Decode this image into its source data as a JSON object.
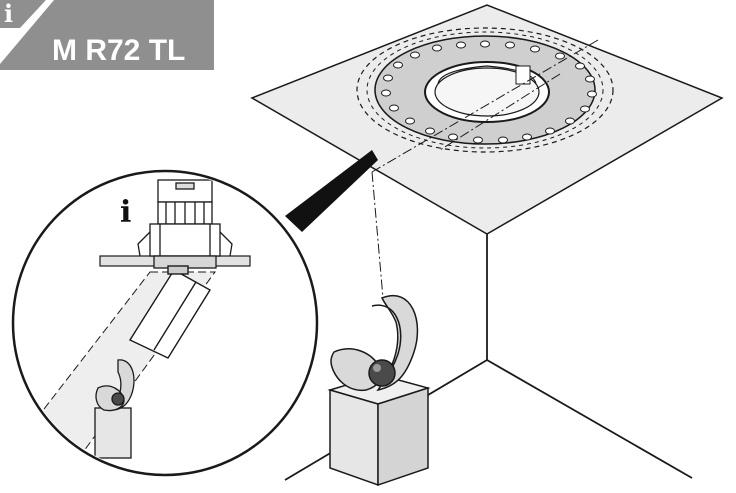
{
  "badge": {
    "info_symbol": "i",
    "model_code": "M R72 TL",
    "background_color": "#8f8f8f",
    "text_color": "#ffffff"
  },
  "detail_view": {
    "info_symbol": "i"
  },
  "colors": {
    "line": "#1a1a1a",
    "ceiling_fill": "#ececec",
    "ring_fill": "#cfcfcf",
    "plinth_fill": "#e6e6e6",
    "sculpture_fill": "#d9d9d9",
    "sphere_fill": "#4a4a4a"
  }
}
